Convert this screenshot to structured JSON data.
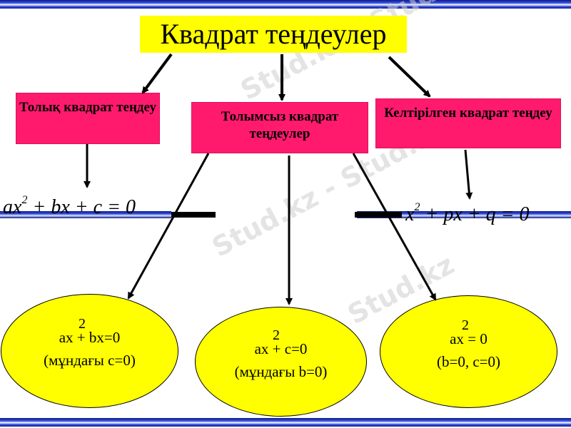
{
  "title": "Квадрат теңдеулер",
  "boxes": {
    "full": "Толық квадрат теңдеу",
    "incomplete": "Толымсыз квадрат теңдеулер",
    "reduced": "Келтірілген квадрат теңдеу"
  },
  "equations": {
    "full": {
      "a": "ax",
      "exp": "2",
      "rest": " + bx + c  = 0"
    },
    "reduced": {
      "a": "x",
      "exp": "2",
      "rest": " + px + q  = 0"
    }
  },
  "cases": [
    {
      "exp": "2",
      "formula": "ax + bx=0",
      "condition": "(мұндағы c=0)"
    },
    {
      "exp": "2",
      "formula": "ax + c=0",
      "condition": "(мұндағы b=0)"
    },
    {
      "exp": "2",
      "formula": "ax = 0",
      "condition": "(b=0, c=0)"
    }
  ],
  "watermark": "Stud.kz - Stud.kz",
  "colors": {
    "title_bg": "#ffff00",
    "box_bg": "#ff1a6e",
    "ellipse_bg": "#ffff00",
    "stripe": "#1f36c8"
  }
}
